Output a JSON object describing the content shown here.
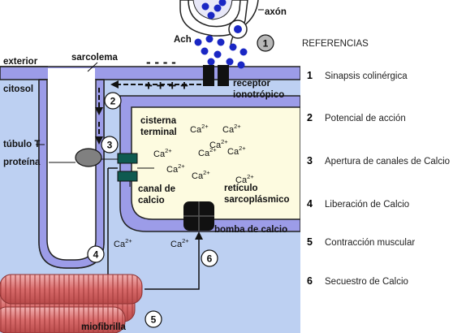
{
  "labels": {
    "axon": "axón",
    "ach": "Ach",
    "exterior": "exterior",
    "sarcolema": "sarcolema",
    "citosol": "citosol",
    "receptor_line1": "receptor",
    "receptor_line2": "ionotrópico",
    "tubulo_t": "túbulo T",
    "proteina": "proteína",
    "cisterna_line1": "cisterna",
    "cisterna_line2": "terminal",
    "canal_line1": "canal de",
    "canal_line2": "calcio",
    "reticulo_line1": "retículo",
    "reticulo_line2": "sarcoplásmico",
    "bomba": "bomba de calcio",
    "miofibrilla": "miofibrilla",
    "ca_symbol": "Ca",
    "ca_charge": "2+",
    "minus_signs": "- - - -",
    "plus_signs": "+ + + +"
  },
  "steps": [
    "1",
    "2",
    "3",
    "4",
    "5",
    "6"
  ],
  "legend": {
    "title": "REFERENCIAS",
    "items": [
      {
        "num": "1",
        "text": "Sinapsis colinérgica"
      },
      {
        "num": "2",
        "text": "Potencial de acción"
      },
      {
        "num": "3",
        "text": "Apertura de canales de Calcio"
      },
      {
        "num": "4",
        "text": "Liberación de Calcio"
      },
      {
        "num": "5",
        "text": "Contracción muscular"
      },
      {
        "num": "6",
        "text": "Secuestro de Calcio"
      }
    ]
  },
  "colors": {
    "cytosol": "#bdd0f2",
    "membrane": "#9c9ce8",
    "reticulum_interior": "#fdfbe0",
    "vesicle": "#1a27c4",
    "channel": "#0f5a50",
    "myofibril": "#d56868"
  }
}
